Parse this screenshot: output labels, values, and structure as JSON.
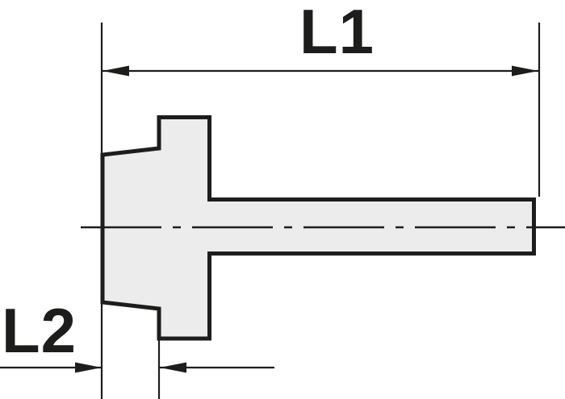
{
  "drawing": {
    "title": "Fitting profile technical drawing",
    "labels": {
      "l1": "L1",
      "l2": "L2"
    },
    "colors": {
      "line": "#1d1d1b",
      "fill": "#ececec",
      "background": "#ffffff"
    }
  }
}
